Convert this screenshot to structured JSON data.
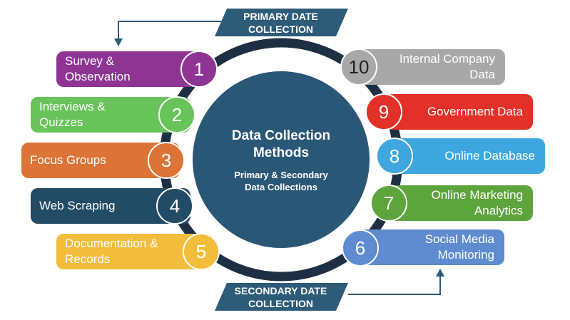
{
  "colors": {
    "ring": "#1f2f43",
    "center": "#2b5777",
    "banner": "#2d5b78",
    "arrow": "#2d5b78"
  },
  "center": {
    "title": "Data Collection\nMethods",
    "subtitle": "Primary & Secondary\nData Collections"
  },
  "banners": {
    "primary": "PRIMARY DATE\nCOLLECTION",
    "secondary": "SECONDARY DATE\nCOLLECTION"
  },
  "primary_items": [
    {
      "number": "1",
      "label": "Survey &\nObservation",
      "color": "#8e3594"
    },
    {
      "number": "2",
      "label": "Interviews &\nQuizzes",
      "color": "#68c35a"
    },
    {
      "number": "3",
      "label": "Focus Groups",
      "color": "#db7436"
    },
    {
      "number": "4",
      "label": "Web Scraping",
      "color": "#224b66"
    },
    {
      "number": "5",
      "label": "Documentation &\nRecords",
      "color": "#f2bd3a"
    }
  ],
  "secondary_items": [
    {
      "number": "6",
      "label": "Social Media\nMonitoring",
      "color": "#5f8bd0"
    },
    {
      "number": "7",
      "label": "Online Marketing\nAnalytics",
      "color": "#5ea43c"
    },
    {
      "number": "8",
      "label": "Online Database",
      "color": "#3fa7e0"
    },
    {
      "number": "9",
      "label": "Government Data",
      "color": "#e13129"
    },
    {
      "number": "10",
      "label": "Internal Company\nData",
      "color": "#a8a8a8"
    }
  ]
}
